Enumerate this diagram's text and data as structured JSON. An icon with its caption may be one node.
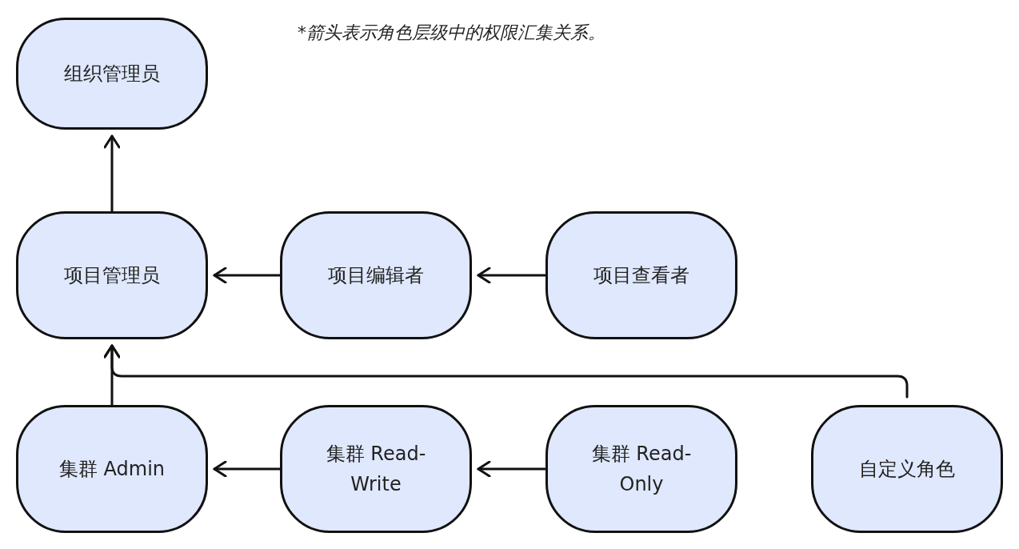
{
  "diagram": {
    "nodes": [
      {
        "text": [
          "组织管理员"
        ]
      },
      {
        "text": [
          "项目管理员"
        ]
      },
      {
        "text": [
          "项目编辑者"
        ]
      },
      {
        "text": [
          "项目查看者"
        ]
      },
      {
        "text": [
          "集群 Admin"
        ]
      },
      {
        "text": [
          "集群 Read-Write"
        ]
      },
      {
        "text": [
          "集群 Read-Only"
        ]
      },
      {
        "text": [
          "自定义角色"
        ]
      }
    ],
    "edges": [
      {
        "from": 1,
        "to": 0,
        "arrow": "to"
      },
      {
        "from": 2,
        "to": 1,
        "arrow": "to"
      },
      {
        "from": 3,
        "to": 2,
        "arrow": "to"
      },
      {
        "from": 4,
        "to": 1,
        "arrow": "to"
      },
      {
        "from": 7,
        "to": 1,
        "arrow": "to"
      },
      {
        "from": 5,
        "to": 4,
        "arrow": "to"
      },
      {
        "from": 6,
        "to": 5,
        "arrow": "to"
      }
    ],
    "labels": [
      "*箭头表示角色层级中的权限汇集关系。"
    ]
  }
}
